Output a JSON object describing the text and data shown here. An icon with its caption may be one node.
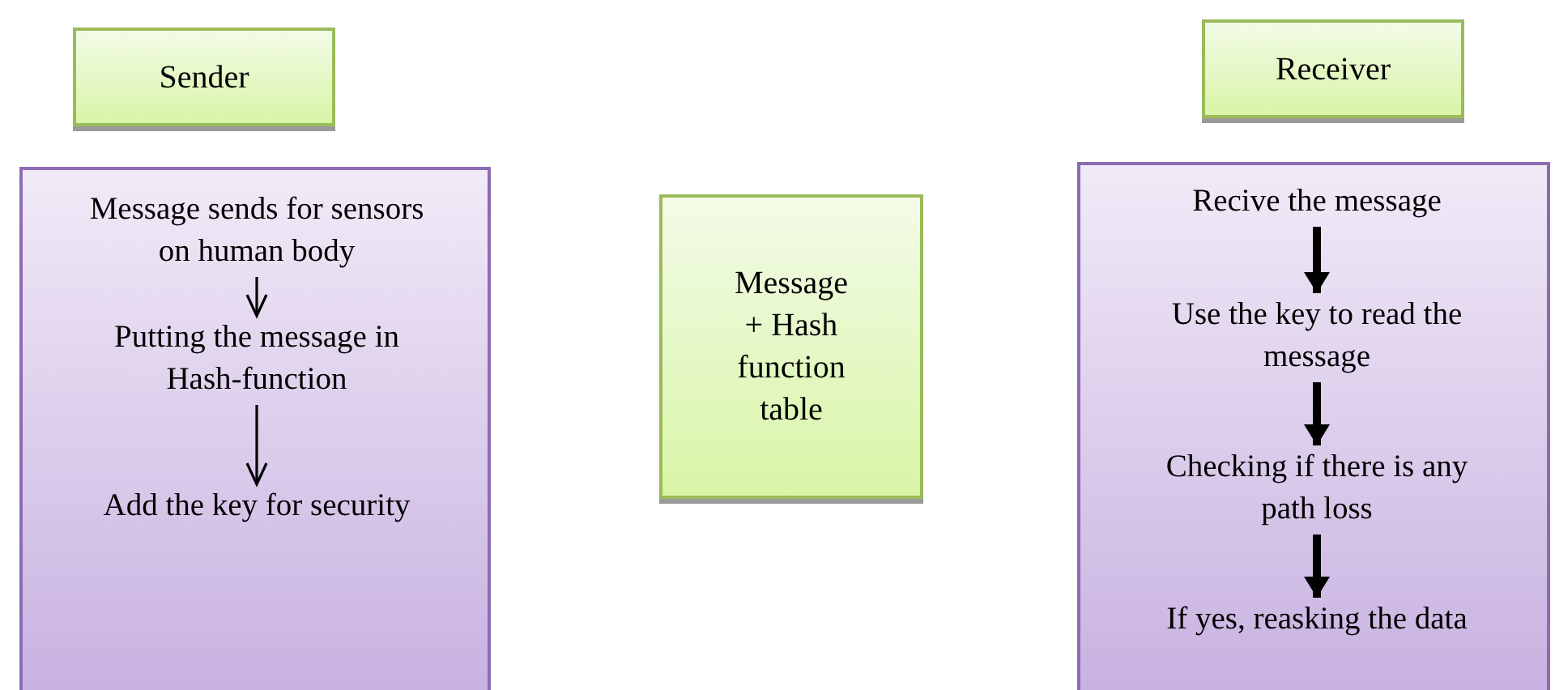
{
  "diagram": {
    "nodes": [
      {
        "text": [
          "Sender"
        ]
      },
      {
        "text": [],
        "shape": "box"
      },
      {
        "text": [
          "Message sends for sensors on human body"
        ],
        "in": 1
      },
      {
        "text": [
          "Putting the message in Hash-function"
        ],
        "in": 1
      },
      {
        "text": [
          "Add the key for security"
        ],
        "in": 1
      },
      {
        "text": [
          "Message + Hash function table"
        ]
      },
      {
        "text": [
          "Receiver"
        ]
      },
      {
        "text": [],
        "shape": "box"
      },
      {
        "text": [
          "Recive the message"
        ],
        "in": 7
      },
      {
        "text": [
          "Use the key to read the message"
        ],
        "in": 7
      },
      {
        "text": [
          "Checking if there is any path loss"
        ],
        "in": 7
      },
      {
        "text": [
          "If yes, reasking the data"
        ],
        "in": 7
      }
    ],
    "edges": [
      {
        "from": 2,
        "to": 3,
        "arrow": "to"
      },
      {
        "from": 3,
        "to": 4,
        "arrow": "to"
      },
      {
        "from": 8,
        "to": 9,
        "arrow": "to"
      },
      {
        "from": 9,
        "to": 10,
        "arrow": "to"
      },
      {
        "from": 10,
        "to": 11,
        "arrow": "to"
      }
    ]
  }
}
